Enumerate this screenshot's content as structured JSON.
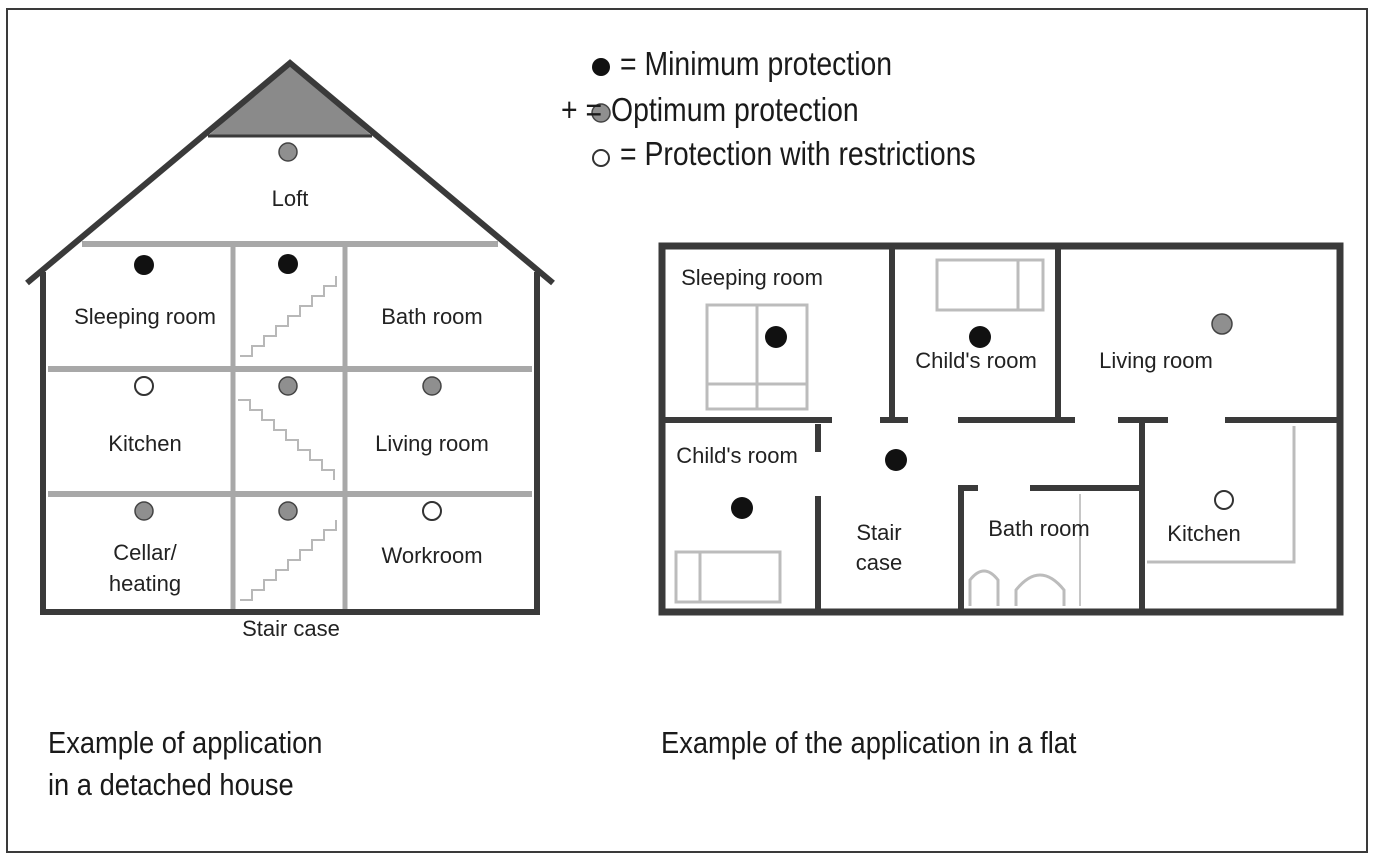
{
  "legend": {
    "minimum": "= Minimum protection",
    "optimum_prefix": "+ =",
    "optimum": "Optimum protection",
    "restricted": "= Protection with restrictions"
  },
  "house": {
    "loft": "Loft",
    "sleeping_room": "Sleeping room",
    "bath_room": "Bath room",
    "kitchen": "Kitchen",
    "living_room": "Living room",
    "cellar_line1": "Cellar/",
    "cellar_line2": "heating",
    "workroom": "Workroom",
    "stair_case": "Stair case",
    "caption_line1": "Example of application",
    "caption_line2": "in a detached house"
  },
  "flat": {
    "sleeping_room": "Sleeping room",
    "childs_room_top": "Child's room",
    "living_room": "Living room",
    "childs_room_left": "Child's room",
    "stair_line1": "Stair",
    "stair_line2": "case",
    "bath_room": "Bath room",
    "kitchen": "Kitchen",
    "caption": "Example of the application in a flat"
  },
  "colors": {
    "minimum": "#111111",
    "optimum": "#8f8f8f",
    "restricted": "#ffffff",
    "wall_dark": "#3a3a3a",
    "wall_grey": "#a8a8a8",
    "roof_fill": "#8a8a8a"
  }
}
